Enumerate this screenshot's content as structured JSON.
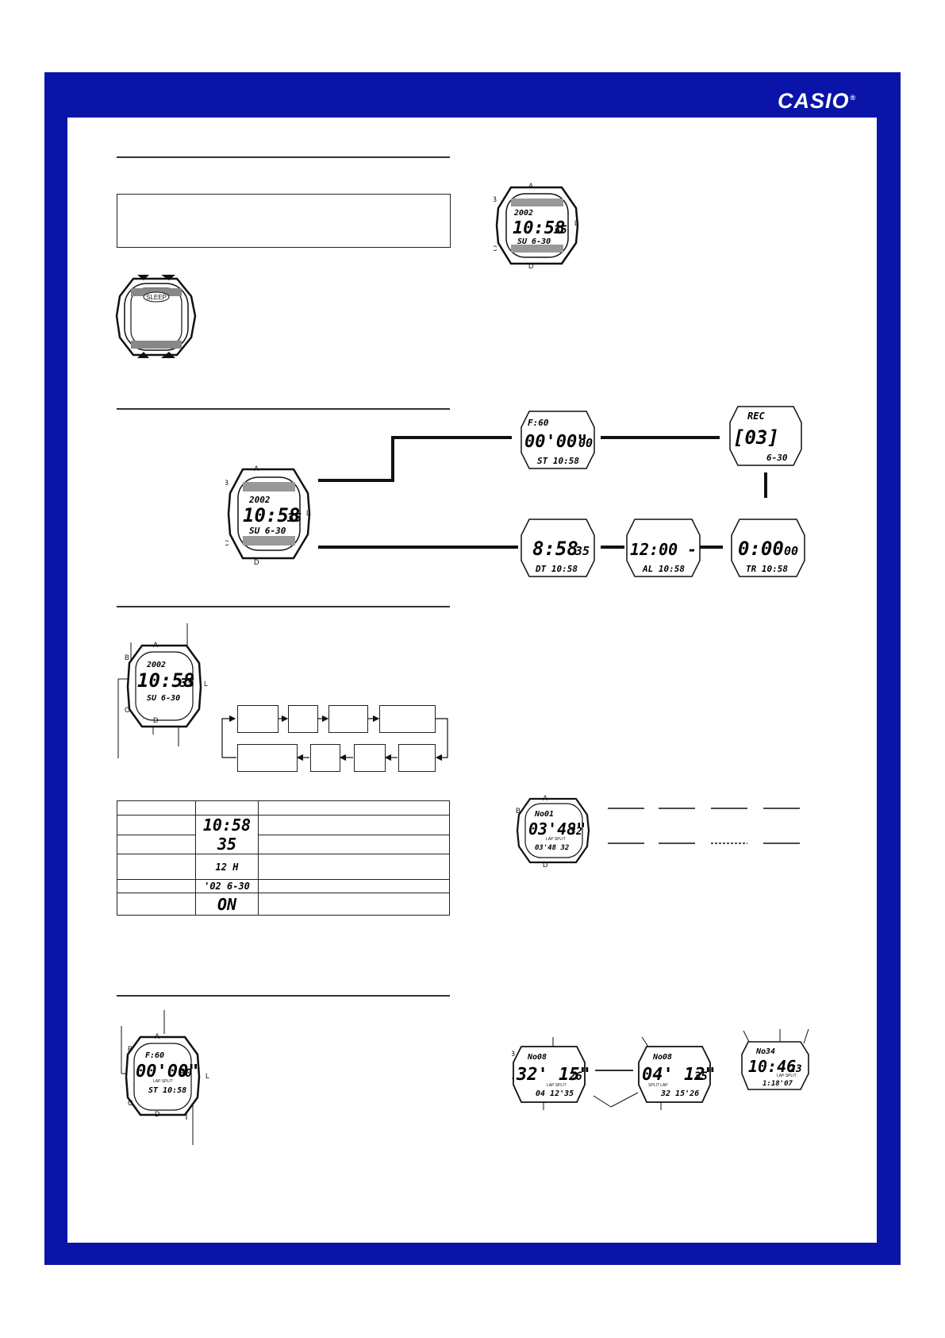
{
  "brand": {
    "logo": "CASIO",
    "registered": "®"
  },
  "colors": {
    "frame": "#0a14a8",
    "background": "#ffffff",
    "ink": "#111111"
  },
  "buttons": {
    "a": "A",
    "b": "B",
    "c": "C",
    "d": "D",
    "l": "L"
  },
  "sleep_watch": {
    "badge": "SLEEP"
  },
  "timekeeping_watch": {
    "top": "2002",
    "main": "10:58",
    "sec": "35",
    "bottom": "SU  6-30"
  },
  "mode_screens": {
    "stopwatch": {
      "top": "F:60",
      "main": "00'00\"",
      "sec": "00",
      "bottom": "ST  10:58"
    },
    "recall": {
      "top": "REC",
      "main": "[03]",
      "bottom": "6-30"
    },
    "dual_time": {
      "main": "8:58",
      "sec": "35",
      "bottom": "DT  10:58"
    },
    "alarm": {
      "main": "12:00 - 1",
      "bottom": "AL  10:58"
    },
    "timer": {
      "main": "0:00",
      "sec": "00",
      "bottom": "TR  10:58"
    }
  },
  "settings_table": {
    "rows": [
      {
        "display": ""
      },
      {
        "display": "10:58 35"
      },
      {
        "display": "12 H"
      },
      {
        "display": "'02   6-30"
      },
      {
        "display": "ON"
      }
    ]
  },
  "recall_watch": {
    "top": "No01",
    "main": "03'48\"",
    "sec": "32",
    "bottom": "03'48 32",
    "label": "LAP SPLIT"
  },
  "stopwatch_section": {
    "top": "F:60",
    "main": "00'00\"",
    "sec": "00",
    "bottom": "ST  10:58",
    "label": "LAP SPLIT"
  },
  "lap_examples": [
    {
      "top": "No08",
      "main": "32' 15\"",
      "sec": "26",
      "bottom": "04 12'35",
      "label": "LAP SPLIT"
    },
    {
      "top": "No08",
      "main": "04' 12\"",
      "sec": "35",
      "bottom": "32 15'26",
      "label": "SPLIT LAP"
    },
    {
      "top": "No34",
      "main": "10:46",
      "sec": "23",
      "bottom": "1:18'07",
      "label": "LAP SPLIT"
    }
  ],
  "icons": [
    "watch-icon",
    "arrow-right-icon",
    "arrow-left-icon"
  ]
}
